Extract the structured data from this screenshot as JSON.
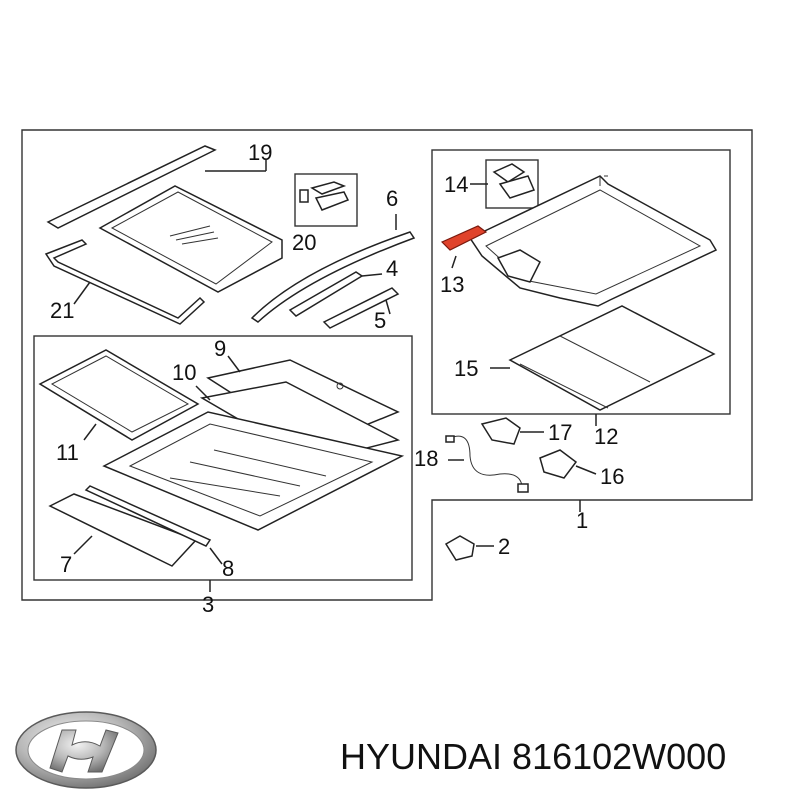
{
  "callouts": {
    "c1": "1",
    "c2": "2",
    "c3": "3",
    "c4": "4",
    "c5": "5",
    "c6": "6",
    "c7": "7",
    "c8": "8",
    "c9": "9",
    "c10": "10",
    "c11": "11",
    "c12": "12",
    "c13": "13",
    "c14": "14",
    "c15": "15",
    "c16": "16",
    "c17": "17",
    "c18": "18",
    "c19": "19",
    "c20": "20",
    "c21": "21"
  },
  "highlighted_part": "13",
  "colors": {
    "highlight": "#e0432b",
    "line": "#222222",
    "background": "#ffffff"
  },
  "logo": {
    "icon": "hyundai-logo-icon"
  },
  "footer": {
    "brand": "HYUNDAI",
    "part_number": "816102W000"
  }
}
